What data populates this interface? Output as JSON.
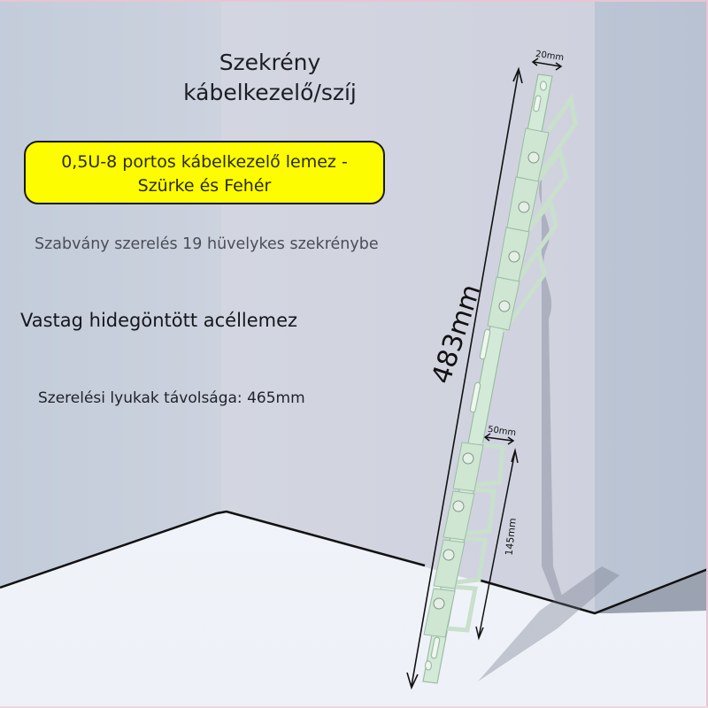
{
  "title": {
    "line1": "Szekrény",
    "line2": "kábelkezelő/szíj"
  },
  "highlight": {
    "line1": "0,5U-8 portos kábelkezelő lemez -",
    "line2": "Szürke és Fehér",
    "background": "#fdfc00"
  },
  "features": {
    "standard_mount": "Szabvány szerelés 19 hüvelykes szekrénybe",
    "material": "Vastag hidegöntött acéllemez",
    "hole_spacing": "Szerelési lyukak távolsága: 465mm"
  },
  "dimensions": {
    "length": "483mm",
    "width": "20mm",
    "ring_width": "50mm",
    "ring_section": "145mm"
  },
  "product": {
    "name": "cable-management-bar",
    "color": "#d4ead8",
    "ring_count": 8
  }
}
